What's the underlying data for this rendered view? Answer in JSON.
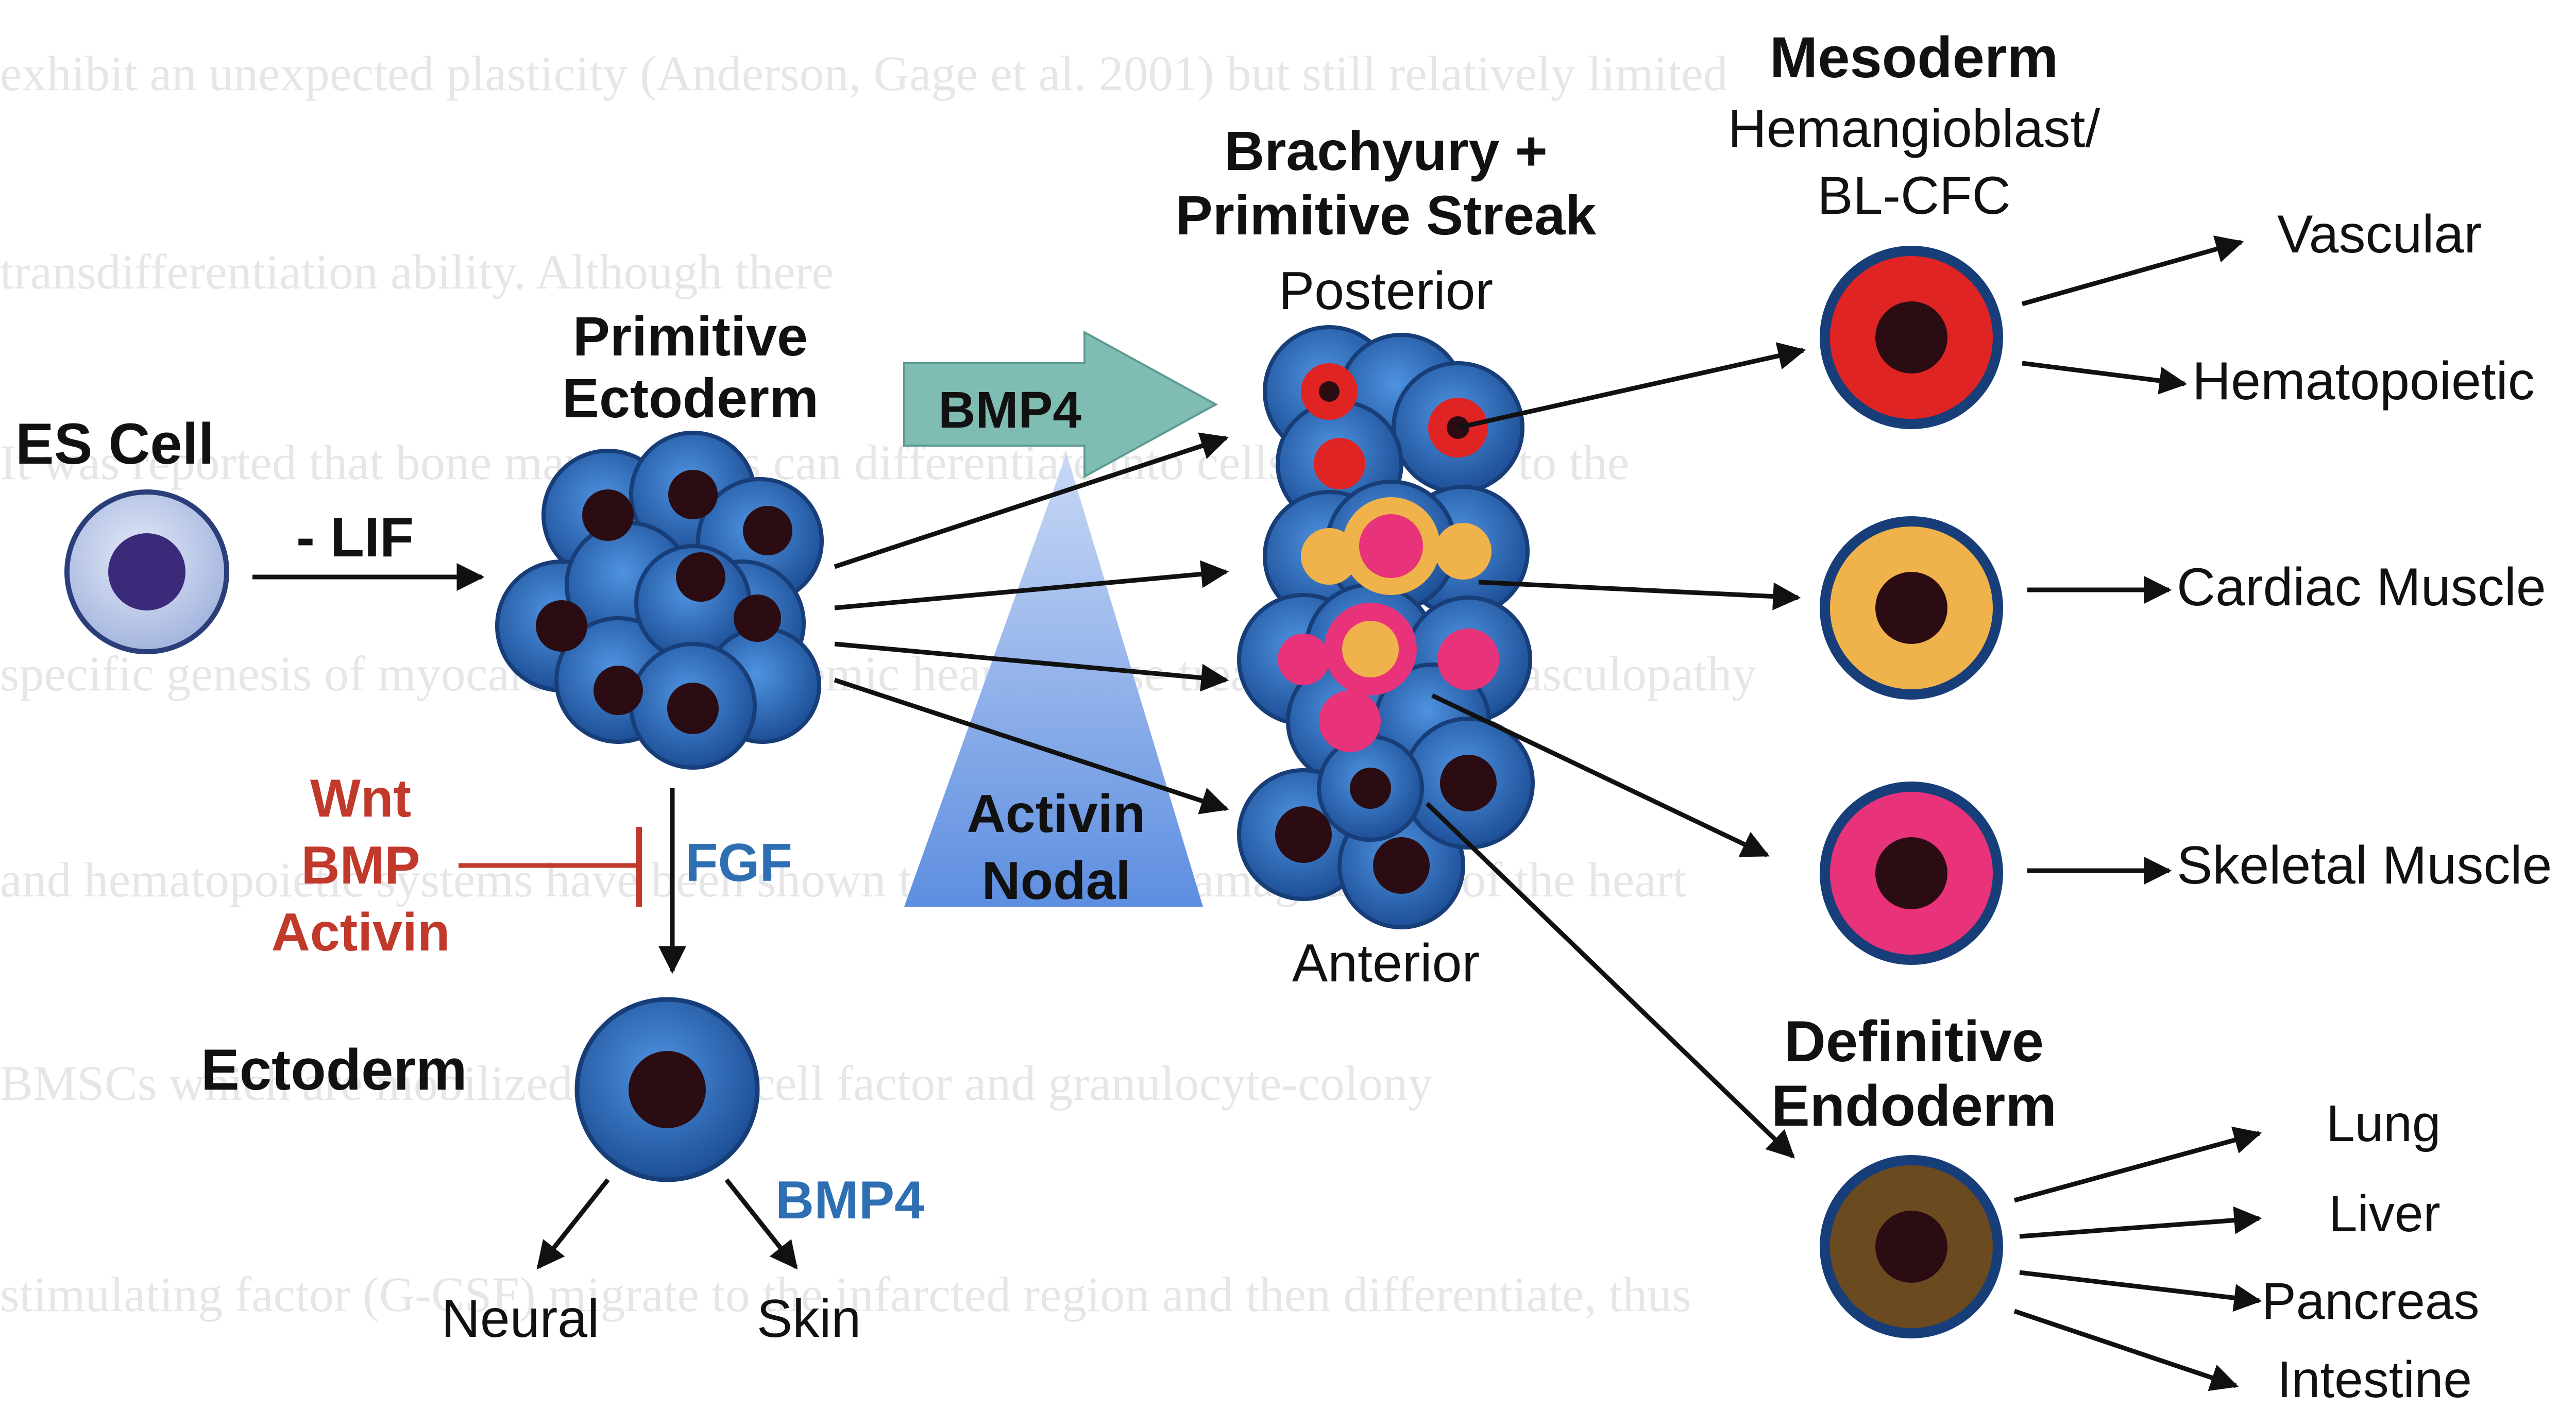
{
  "background_text": [
    "exhibit an unexpected plasticity (Anderson, Gage et al. 2001) but still relatively limited",
    "transdifferentiation ability. Although there",
    "It was reported that bone marrow cells can differentiate into cells equivalent to the",
    "specific genesis of myocardium and ischemic heart disease treatment, graft vasculopathy",
    "and hematopoietic systems have been shown to regenerate damaged cells of the heart",
    "BMSCs which are mobilized by stem cell factor and granulocyte-colony",
    "stimulating factor (G-CSF) migrate to the infarcted region and then differentiate, thus"
  ],
  "labels": {
    "es_cell": "ES Cell",
    "lif": "- LIF",
    "primitive_ectoderm_1": "Primitive",
    "primitive_ectoderm_2": "Ectoderm",
    "bmp4_arrow": "BMP4",
    "activin": "Activin",
    "nodal": "Nodal",
    "brachyury_1": "Brachyury +",
    "brachyury_2": "Primitive Streak",
    "posterior": "Posterior",
    "anterior": "Anterior",
    "mesoderm": "Mesoderm",
    "hemangioblast_1": "Hemangioblast/",
    "hemangioblast_2": "BL-CFC",
    "vascular": "Vascular",
    "hematopoietic": "Hematopoietic",
    "cardiac_muscle": "Cardiac Muscle",
    "skeletal_muscle": "Skeletal Muscle",
    "definitive_endoderm_1": "Definitive",
    "definitive_endoderm_2": "Endoderm",
    "lung": "Lung",
    "liver": "Liver",
    "pancreas": "Pancreas",
    "intestine": "Intestine",
    "wnt": "Wnt",
    "bmp": "BMP",
    "activin_inhibitor": "Activin",
    "fgf": "FGF",
    "ectoderm": "Ectoderm",
    "bmp4_ectoderm": "BMP4",
    "neural": "Neural",
    "skin": "Skin"
  },
  "colors": {
    "cell_blue": "#2a6fc0",
    "cell_blue_dark": "#173e78",
    "nucleus_dark": "#2a0c12",
    "es_cytoplasm": "#b9c6e6",
    "es_nucleus": "#3b2a7a",
    "vascular_red": "#e02424",
    "cardiac_orange": "#f0b24a",
    "skeletal_pink": "#e8327a",
    "endoderm_brown": "#6b4a1f",
    "bmp4_arrow": "#7fbcb2",
    "activin_triangle": "#7fa6e6",
    "inhibitor_red": "#c0392b",
    "signal_blue": "#2e6fb3"
  }
}
